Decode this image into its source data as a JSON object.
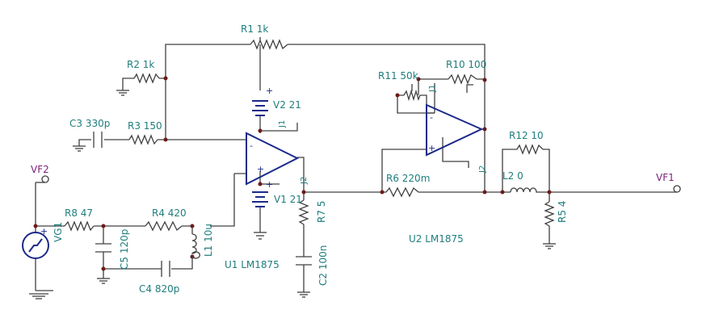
{
  "components": {
    "R1": "R1 1k",
    "R2": "R2 1k",
    "R3": "R3 150",
    "R4": "R4 420",
    "R5": "R5 4",
    "R6": "R6 220m",
    "R7": "R7 5",
    "R8": "R8 47",
    "R10": "R10 100",
    "R11": "R11 50k",
    "R12": "R12 10",
    "C2": "C2 100n",
    "C3": "C3 330p",
    "C4": "C4 820p",
    "C5": "C5 120p",
    "L1": "L1 10u",
    "L2": "L2 0",
    "V1": "V1 21",
    "V2": "V2 21",
    "VG1": "VG1",
    "U1": "U1 LM1875",
    "U2": "U2 LM1875",
    "J1a": "J1",
    "J1b": "J1",
    "J2a": "J2",
    "J2b": "J2"
  },
  "probes": {
    "VF1": "VF1",
    "VF2": "VF2"
  },
  "colors": {
    "wire": "#404040",
    "device": "#1c2a8a",
    "label": "#1f7d7d",
    "probe": "#7a1f7a",
    "node": "#6b1a1a"
  }
}
